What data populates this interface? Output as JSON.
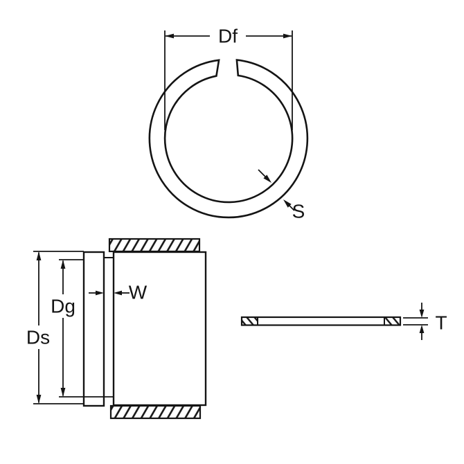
{
  "diagram": {
    "type": "snap-ring-technical-drawing",
    "colors": {
      "line": "#141414",
      "background": "#ffffff"
    },
    "views": {
      "front_view": {
        "labels": {
          "free_diameter": "Df",
          "radial_width": "S"
        }
      },
      "installed_view": {
        "labels": {
          "shaft_diameter": "Ds",
          "groove_diameter": "Dg",
          "groove_width": "W"
        }
      },
      "edge_view": {
        "labels": {
          "thickness": "T"
        }
      }
    }
  }
}
